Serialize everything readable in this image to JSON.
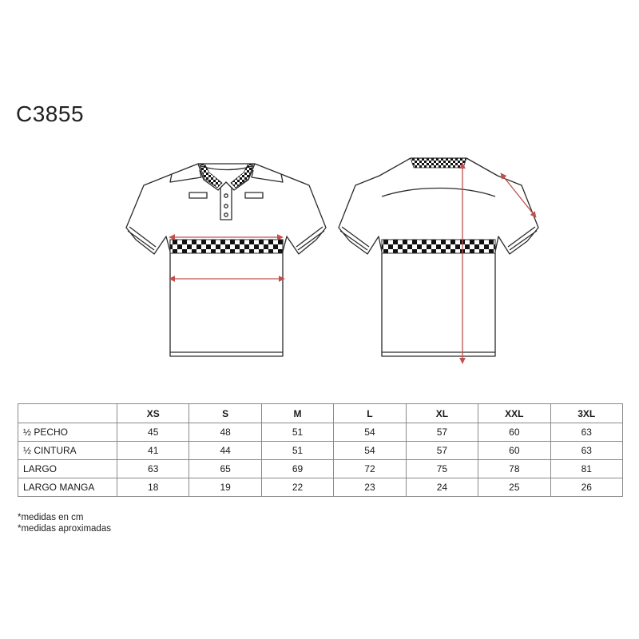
{
  "product_code": "C3855",
  "size_table": {
    "headers": [
      "",
      "XS",
      "S",
      "M",
      "L",
      "XL",
      "XXL",
      "3XL"
    ],
    "rows": [
      {
        "label": "½  PECHO",
        "values": [
          "45",
          "48",
          "51",
          "54",
          "57",
          "60",
          "63"
        ]
      },
      {
        "label": "½ CINTURA",
        "values": [
          "41",
          "44",
          "51",
          "54",
          "57",
          "60",
          "63"
        ]
      },
      {
        "label": "LARGO",
        "values": [
          "63",
          "65",
          "69",
          "72",
          "75",
          "78",
          "81"
        ]
      },
      {
        "label": "LARGO MANGA",
        "values": [
          "18",
          "19",
          "22",
          "23",
          "24",
          "25",
          "26"
        ]
      }
    ]
  },
  "notes": [
    "*medidas en cm",
    "*medidas aproximadas"
  ],
  "colors": {
    "measure_arrow": "#c0504d",
    "outline": "#2a2a2a",
    "check_dark": "#111111"
  },
  "illustrations": {
    "front": "polo-shirt-front-icon",
    "back": "polo-shirt-back-icon"
  }
}
